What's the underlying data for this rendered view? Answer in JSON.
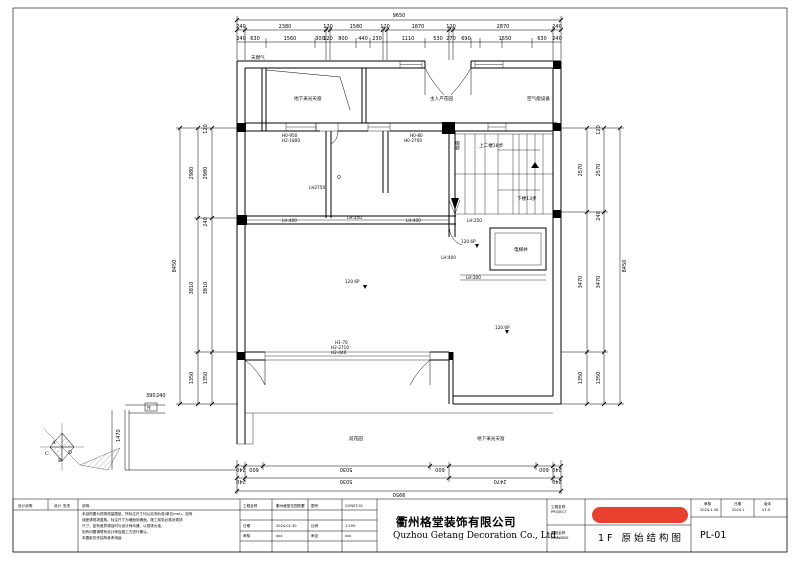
{
  "dimensions": {
    "top_total": "9650",
    "top_row1": [
      "240",
      "2380",
      "120",
      "1580",
      "120",
      "1870",
      "120",
      "2870",
      "240"
    ],
    "top_row2": [
      "240",
      "630",
      "1560",
      "300",
      "120",
      "800",
      "440",
      "230",
      "1110",
      "530",
      "270",
      "690",
      "1550",
      "630",
      "240"
    ],
    "bottom_row1": [
      "240",
      "600",
      "5030",
      "600",
      "600",
      "240"
    ],
    "bottom_row2": [
      "240",
      "5030",
      "2470",
      "240"
    ],
    "bottom_total": "9950",
    "left_total": "8450",
    "left_segments": [
      "2980",
      "3810",
      "1350"
    ],
    "left_small": [
      "120",
      "240"
    ],
    "right_total": "8450",
    "right_segments": [
      "2570",
      "3470",
      "1350"
    ],
    "right_small": [
      "120",
      "240"
    ],
    "entry_dims": [
      "390",
      "240"
    ],
    "entry_vertical": "1470"
  },
  "rooms": {
    "basement_light_left": "地下采光天窗",
    "main_entrance_hall": "主入户花园",
    "mep_unit": "空气能设备",
    "to_second_floor": "上二楼18步",
    "downstairs": "下楼13步",
    "elevator_shaft": "电梯井",
    "front_garden": "前花园",
    "basement_light_bottom": "地下采光天窗",
    "flue": "烟道",
    "callout_box": "柱",
    "corner_mark": "天燃气"
  },
  "annotations": {
    "win_left": [
      "H0-950",
      "H2-1800"
    ],
    "win_stair": [
      "H0-80",
      "H0-2700"
    ],
    "lh2750": "LH2750",
    "lh400a": "LH:400",
    "lh350a": "LH:350",
    "lh400b": "LH:400",
    "lh250": "LH:250",
    "lh400c": "LH:400",
    "lh300": "LH:300",
    "door_front": [
      "H1-70",
      "H2-2710",
      "H2-440"
    ],
    "level_main": "120.6P",
    "level_right_top": "120.6P",
    "level_right_mid": "120.6P"
  },
  "title_block": {
    "label_design": "设计说明",
    "label_drawn": "设计",
    "value_drawn": "张杰",
    "note_title": "说明：",
    "note_lines": [
      "本结构图为现场测量图纸，所标注尺寸均以实测为准(单位mm)，如有",
      "误差请现场复核。标注尺寸为墙面到墙面，施工前务必核对现场",
      "尺寸，如有差异请及时与设计师沟通，以现场为准，",
      "如有问题请联系设计师及施工方进行确认。",
      "本图纸仅作结构参考用途"
    ],
    "label_a": "工程名称",
    "value_a": "衢州格堂花园别墅",
    "label_b": "图号",
    "value_b": "CONST-01",
    "label_c": "日期",
    "value_c": "2024.01.30",
    "label_d": "比例",
    "value_d": "1:100",
    "label_e": "审核",
    "value_e": "xxx",
    "label_f": "审定",
    "value_f": "xxx",
    "company_cn": "衢州格堂装饰有限公司",
    "company_en": "Quzhou Getang Decoration Co., Ltd.",
    "label_project": "工程名称",
    "label_project_en": "PROJECT",
    "label_drawing": "图纸名称",
    "label_drawing_en": "DRAWING",
    "drawing_title": "1F 原始结构图",
    "drawing_no": "PL-01",
    "label_g": "审核",
    "value_g": "2024.1.30",
    "label_h": "日期",
    "value_h": "2024.1",
    "label_i": "版本",
    "value_i": "V1.0",
    "redacted_color": "#e8412f"
  }
}
